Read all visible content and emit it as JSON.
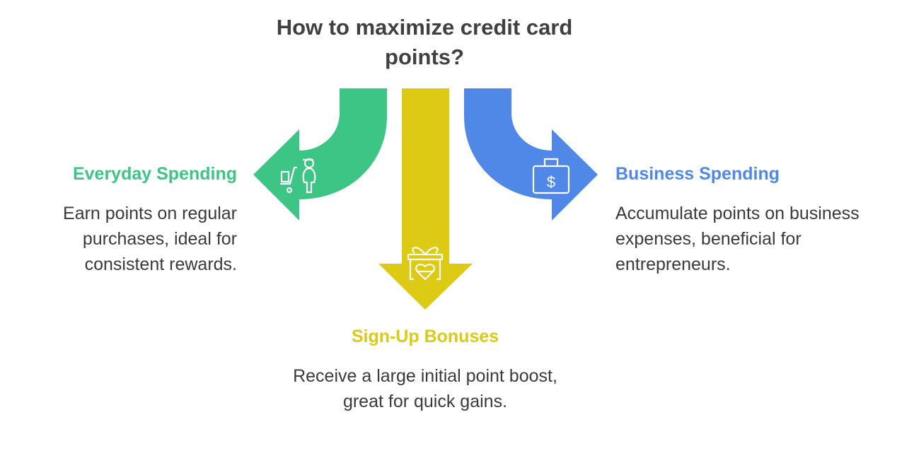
{
  "title": "How to maximize credit card points?",
  "colors": {
    "everyday": "#3CC584",
    "signup": "#DDCA14",
    "business": "#4F88E6"
  },
  "options": [
    {
      "id": "everyday",
      "heading": "Everyday Spending",
      "description": "Earn points on regular purchases, ideal for consistent rewards.",
      "icon": "shopping-cart-person-icon"
    },
    {
      "id": "signup",
      "heading": "Sign-Up Bonuses",
      "description": "Receive a large initial point boost, great for quick gains.",
      "icon": "gift-heart-icon"
    },
    {
      "id": "business",
      "heading": "Business Spending",
      "description": "Accumulate points on business expenses, beneficial for entrepreneurs.",
      "icon": "briefcase-dollar-icon"
    }
  ]
}
